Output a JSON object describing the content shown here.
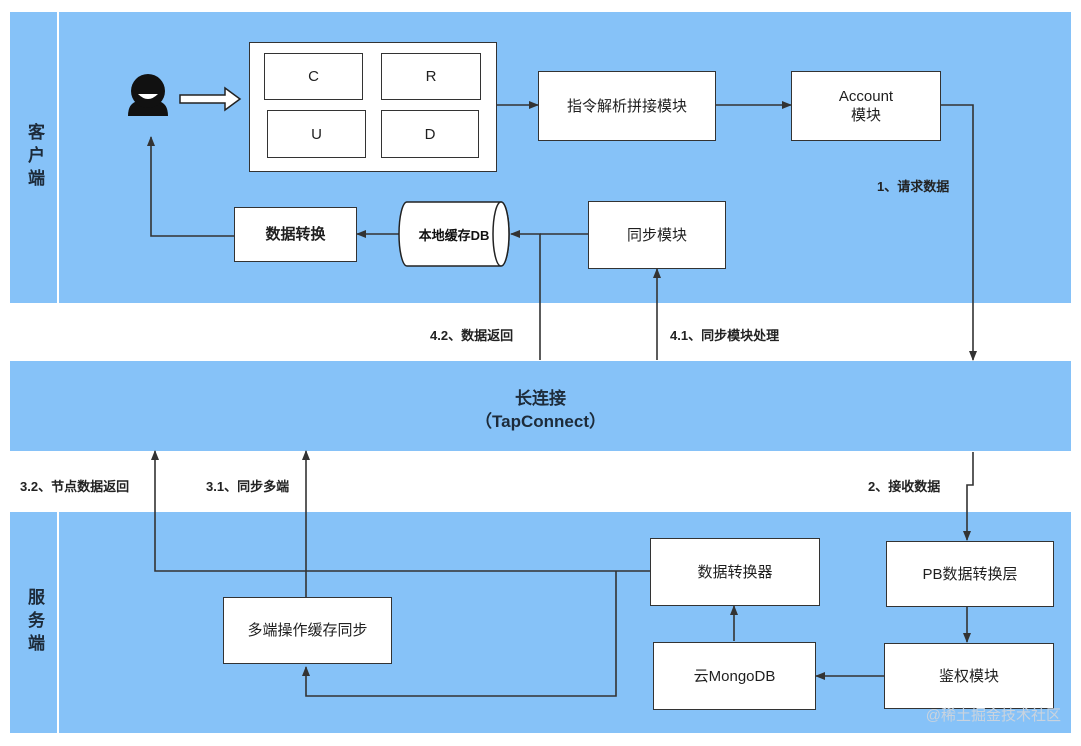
{
  "regions": {
    "client": "客户端",
    "server": "服务端",
    "long_conn_title": "长连接",
    "long_conn_sub": "（TapConnect）"
  },
  "client": {
    "crud": [
      "C",
      "R",
      "U",
      "D"
    ],
    "parser": "指令解析拼接模块",
    "account_line1": "Account",
    "account_line2": "模块",
    "convert": "数据转换",
    "cache_db": "本地缓存DB",
    "sync": "同步模块"
  },
  "server": {
    "converter": "数据转换器",
    "pb_layer": "PB数据转换层",
    "multi_sync": "多端操作缓存同步",
    "mongo": "云MongoDB",
    "auth": "鉴权模块"
  },
  "labels": {
    "step1": "1、请求数据",
    "step2": "2、接收数据",
    "step31": "3.1、同步多端",
    "step32": "3.2、节点数据返回",
    "step41": "4.1、同步模块处理",
    "step42": "4.2、数据返回"
  },
  "icons": [
    "user-icon",
    "hollow-arrow-icon",
    "cylinder-icon"
  ],
  "colors": {
    "band": "#86c2f8",
    "line": "#333333",
    "box": "#ffffff"
  },
  "watermark": "@稀土掘金技术社区"
}
